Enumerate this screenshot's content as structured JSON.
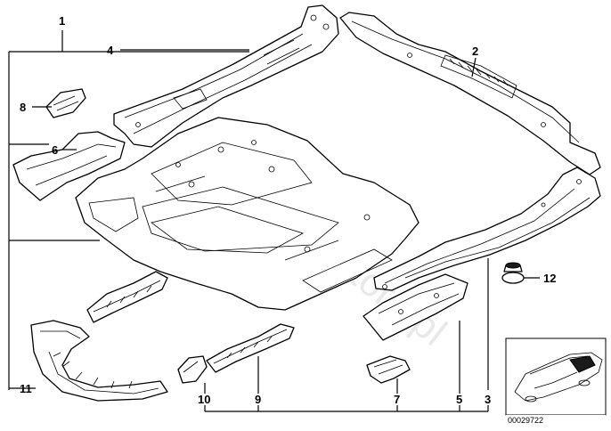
{
  "diagram": {
    "callouts": [
      {
        "id": "1",
        "label": "1"
      },
      {
        "id": "2",
        "label": "2"
      },
      {
        "id": "3",
        "label": "3"
      },
      {
        "id": "4",
        "label": "4"
      },
      {
        "id": "5",
        "label": "5"
      },
      {
        "id": "6",
        "label": "6"
      },
      {
        "id": "7",
        "label": "7"
      },
      {
        "id": "8",
        "label": "8"
      },
      {
        "id": "9",
        "label": "9"
      },
      {
        "id": "10",
        "label": "10"
      },
      {
        "id": "11",
        "label": "11"
      },
      {
        "id": "12",
        "label": "12"
      }
    ],
    "watermark": "www.BMWstore.pl",
    "document_number": "00029722"
  }
}
